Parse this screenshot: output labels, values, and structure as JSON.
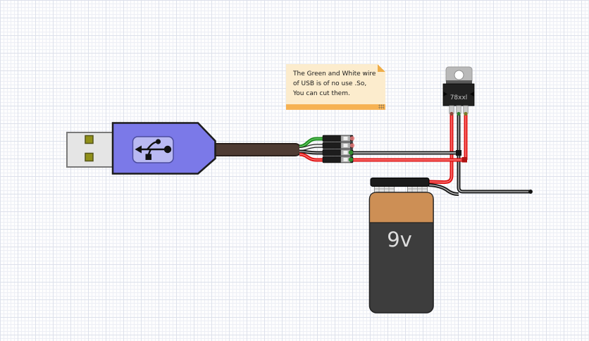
{
  "workspace": {
    "background": "#fdfdfe",
    "grid_minor_color": "#edeff5",
    "grid_major_color": "#dde1eb"
  },
  "note": {
    "text": "The Green and White wire of USB is of no use .So, You can cut them.",
    "bg_color": "#fceccd",
    "bar_color": "#f6b253",
    "fold_color": "#eead48"
  },
  "usb_plug": {
    "body_color": "#7b79e8",
    "plate_color": "#b9b9f2",
    "metal_color": "#e5e5e5",
    "contact_color": "#90901a",
    "cable_color": "#4e3b33",
    "icon": "usb-trident"
  },
  "wires": {
    "green": "#1e8c1e",
    "white": "#f2f2f2",
    "black": "#1a1a1a",
    "red": "#de1212"
  },
  "headers": {
    "count": 4,
    "shell_color": "#1d1d1d",
    "crimp_color": "#b0b0b0",
    "tip_connected_color": "#2e8b2e",
    "tip_disconnected_color": "#e87a7a"
  },
  "regulator": {
    "label": "78xxl",
    "body_color": "#212121",
    "tab_color": "#b9b9b9",
    "pins": 3
  },
  "battery": {
    "label": "9v",
    "cap_color": "#1c1c1c",
    "jacket_top_color": "#cd8f55",
    "jacket_bottom_color": "#3d3d3d",
    "label_color": "#dddddd"
  }
}
